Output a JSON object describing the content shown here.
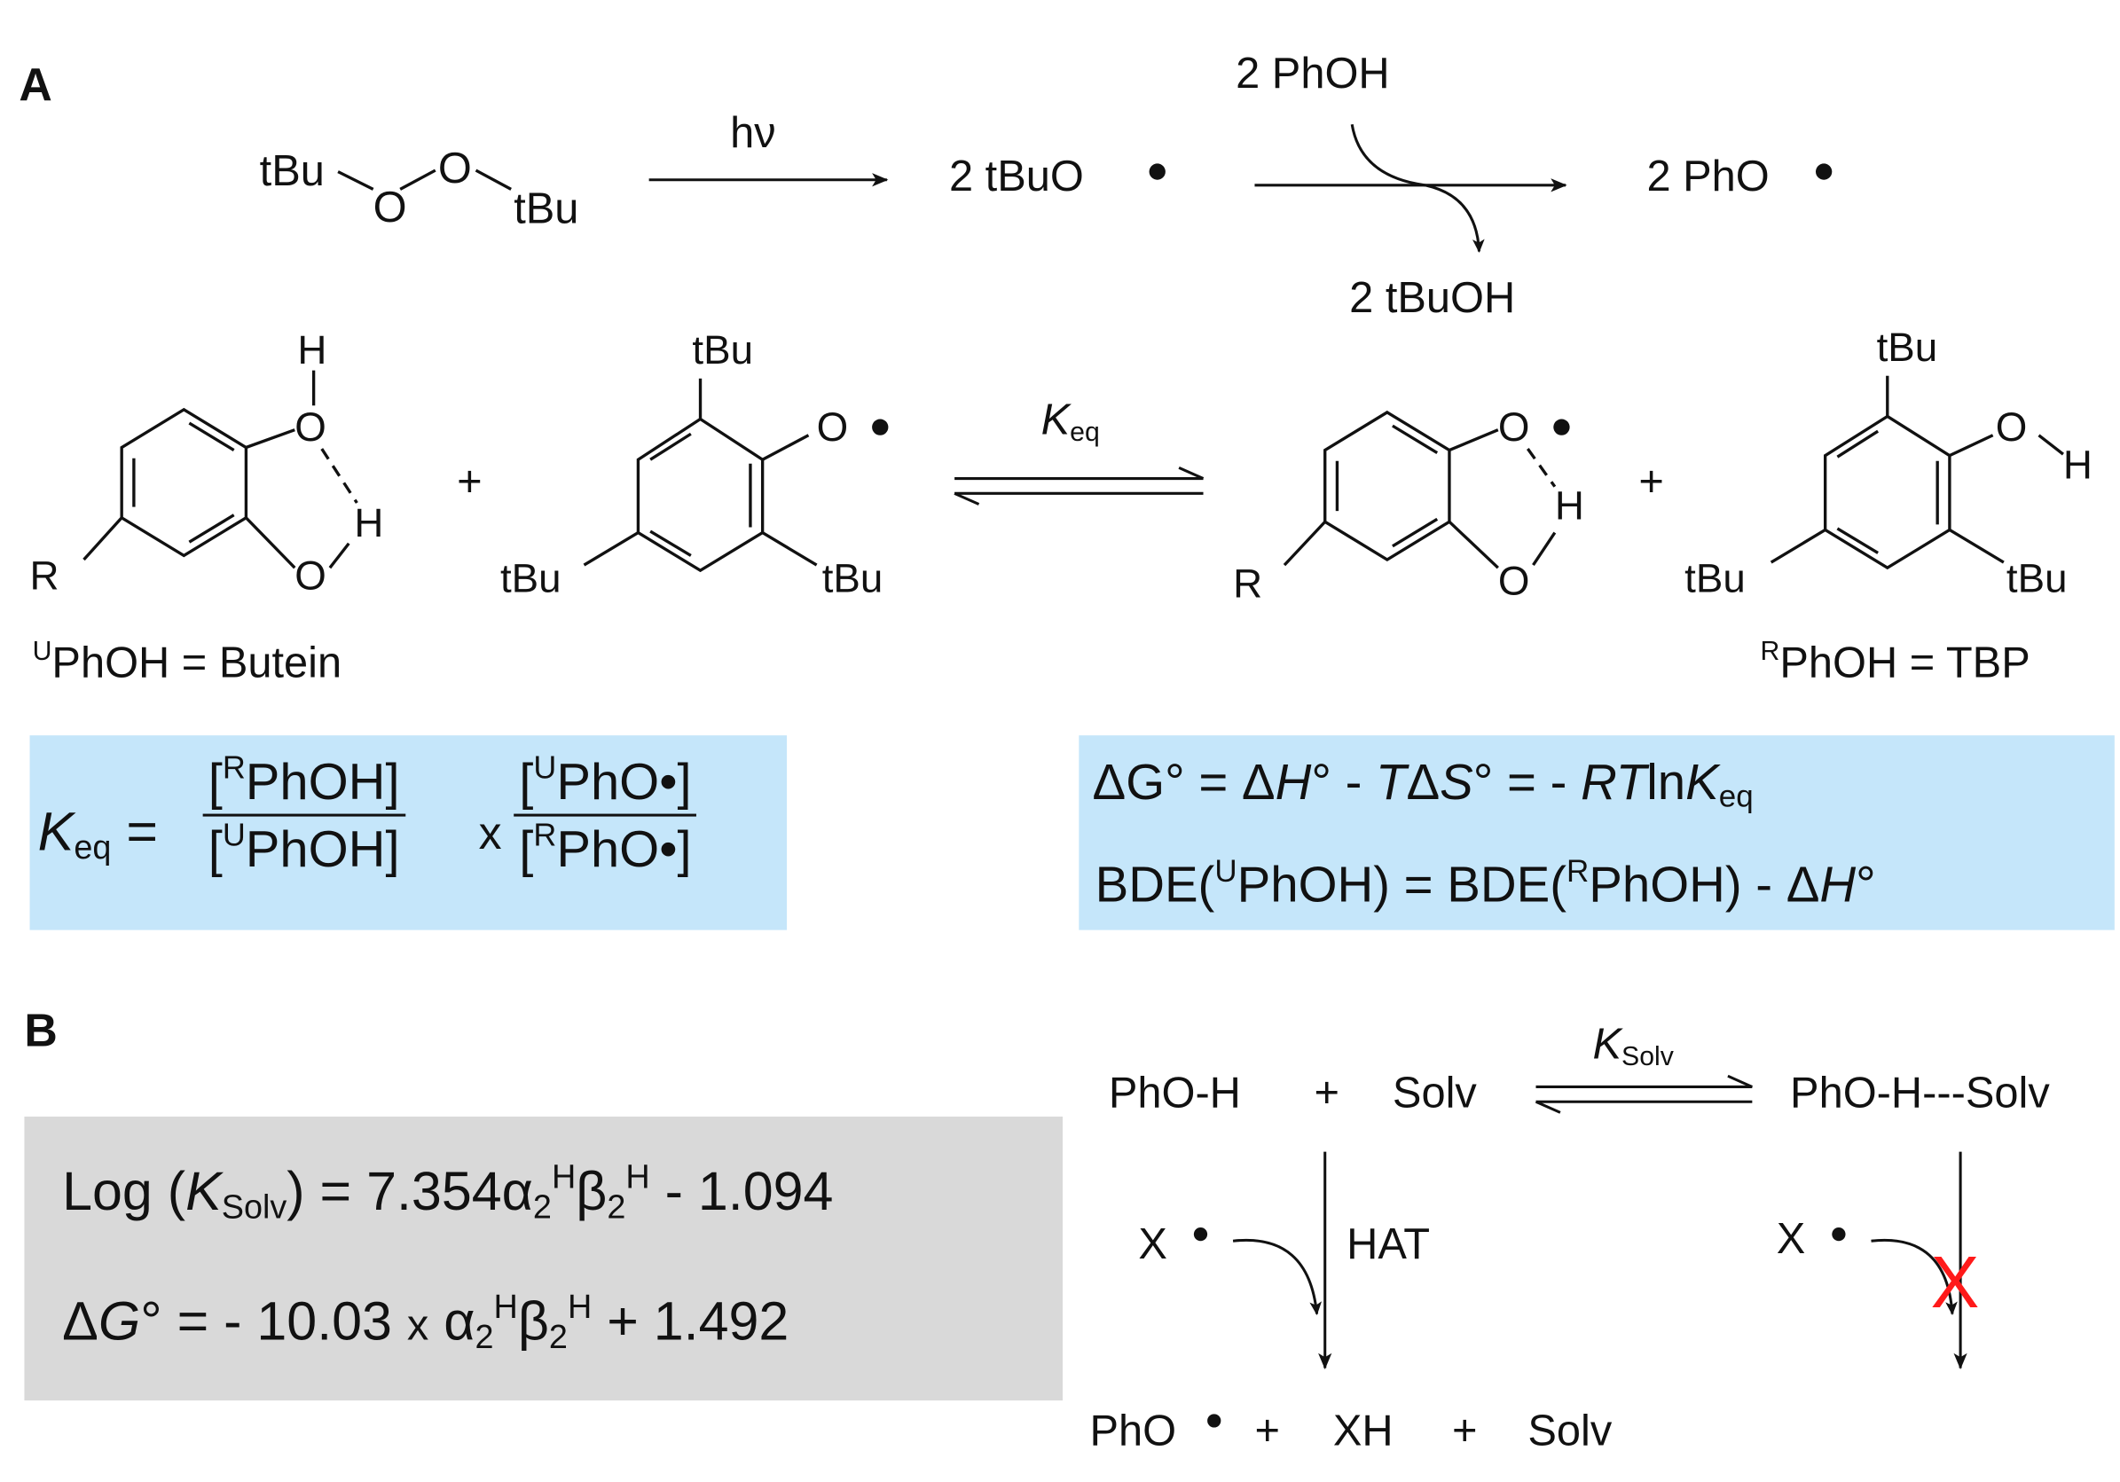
{
  "panels": {
    "a": "A",
    "b": "B"
  },
  "scheme_a": {
    "peroxide": {
      "tbu_left": "tBu",
      "o1": "O",
      "o2": "O",
      "tbu_right": "tBu"
    },
    "hv": "hν",
    "tbuo_radical": "2  tBuO",
    "phoh_reagent": "2 PhOH",
    "tbuoh_product": "2  tBuOH",
    "pho_radical": "2  PhO",
    "butein": {
      "h_top": "H",
      "o_top": "O",
      "h_mid": "H",
      "o_bot": "O",
      "r": "R",
      "caption_sup": "U",
      "caption": "PhOH = Butein"
    },
    "plus": "+",
    "tbp_radical": {
      "tbu_top": "tBu",
      "o": "O",
      "tbu_left": "tBu",
      "tbu_right": "tBu"
    },
    "keq_main": "K",
    "keq_sub": "eq",
    "butein_radical": {
      "o_top": "O",
      "h": "H",
      "o_bot": "O",
      "r": "R"
    },
    "tbp": {
      "tbu_top": "tBu",
      "o": "O",
      "h": "H",
      "tbu_left": "tBu",
      "tbu_right": "tBu",
      "caption_sup": "R",
      "caption": "PhOH = TBP"
    }
  },
  "eq_left": {
    "k": "K",
    "k_sub": "eq",
    "eq": "=",
    "num1_open": "[",
    "num1_sup": "R",
    "num1_rest": "PhOH]",
    "den1_open": "[",
    "den1_sup": "U",
    "den1_rest": "PhOH]",
    "times": "x",
    "num2_open": "[",
    "num2_sup": "U",
    "num2_rest": "PhO•]",
    "den2_open": "[",
    "den2_sup": "R",
    "den2_rest": "PhO•]"
  },
  "eq_right": {
    "line1": {
      "a": "ΔG",
      "b": "° = Δ",
      "c": "H",
      "d": "° - ",
      "e": "T",
      "f": "Δ",
      "g": "S",
      "h": "° = - ",
      "i": "RT",
      "j": "ln",
      "k": "K",
      "k_sub": "eq"
    },
    "line2": {
      "a": "BDE(",
      "a_sup": "U",
      "b": "PhOH) = BDE(",
      "b_sup": "R",
      "c": "PhOH) - Δ",
      "d": "H",
      "e": "°"
    }
  },
  "eq_b": {
    "line1": {
      "a": "Log (",
      "k": "K",
      "k_sub": "Solv",
      "b": ") = 7.354α",
      "s1": "2",
      "p1": "H",
      "c": "β",
      "s2": "2",
      "p2": "H",
      "d": " - 1.094"
    },
    "line2": {
      "a": "Δ",
      "g": "G",
      "b": "° = - 10.03 ",
      "x": "x",
      "c": " α",
      "s1": "2",
      "p1": "H",
      "d": "β",
      "s2": "2",
      "p2": "H",
      "e": " + 1.492"
    }
  },
  "scheme_b": {
    "phoh": "PhO-H",
    "plus1": "+",
    "solv": "Solv",
    "ksolv_main": "K",
    "ksolv_sub": "Solv",
    "complex": "PhO-H---Solv",
    "x_left": "X",
    "hat": "HAT",
    "x_right": "X",
    "product_pho": "PhO",
    "plus2": "+",
    "xh": "XH",
    "plus3": "+",
    "solv2": "Solv",
    "block_mark": "X"
  },
  "colors": {
    "blue_box": "#c5e6fa",
    "grey_box": "#d9d9d9",
    "block_mark": "#ff1a1a",
    "ink": "#111111"
  }
}
